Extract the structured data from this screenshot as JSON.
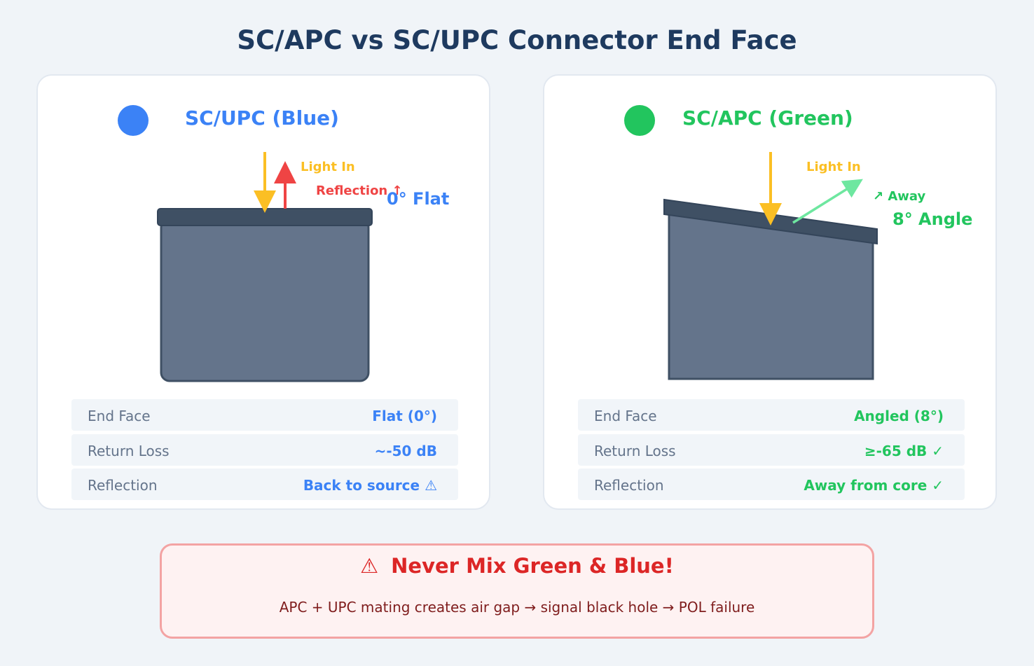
{
  "title": "SC/APC vs SC/UPC Connector End Face",
  "colors": {
    "upc_blue": "#3b82f6",
    "apc_green": "#22c55e",
    "light_in": "#fbbf24",
    "reflection_red": "#ef4444",
    "ferrule_body": "#64748b",
    "ferrule_cap": "#3f5064",
    "warning_red": "#dc2626"
  },
  "upc": {
    "title": "SC/UPC (Blue)",
    "light_in_label": "Light In",
    "reflection_label": "Reflection ↑",
    "angle_label": "0° Flat",
    "specs": [
      {
        "label": "End Face",
        "value": "Flat (0°)"
      },
      {
        "label": "Return Loss",
        "value": "~-50 dB"
      },
      {
        "label": "Reflection",
        "value": "Back to source ⚠"
      }
    ]
  },
  "apc": {
    "title": "SC/APC (Green)",
    "light_in_label": "Light In",
    "away_label": "↗ Away",
    "angle_label": "8° Angle",
    "specs": [
      {
        "label": "End Face",
        "value": "Angled (8°)"
      },
      {
        "label": "Return Loss",
        "value": "≥-65 dB ✓"
      },
      {
        "label": "Reflection",
        "value": "Away from core ✓"
      }
    ]
  },
  "warning": {
    "icon": "⚠",
    "title": "Never Mix Green & Blue!",
    "text": "APC + UPC mating creates air gap → signal black hole → POL failure"
  }
}
